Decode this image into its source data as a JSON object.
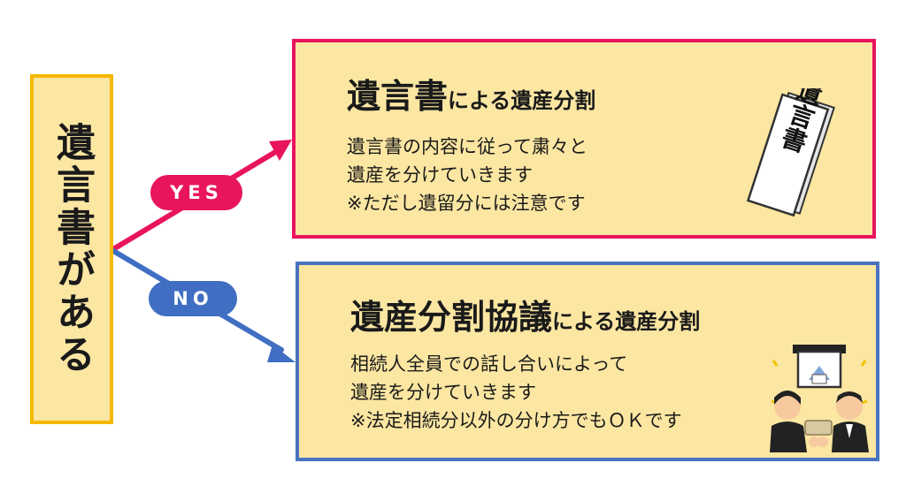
{
  "start": {
    "label": "遺言書がある"
  },
  "branches": {
    "yes_label": "YES",
    "no_label": "NO"
  },
  "cards": {
    "yes": {
      "title_main": "遺言書",
      "title_suffix": "による遺産分割",
      "lines": [
        "遺言書の内容に従って粛々と",
        "遺産を分けていきます",
        "※ただし遺留分には注意です"
      ],
      "illustration_label": "遺言書"
    },
    "no": {
      "title_main": "遺産分割協議",
      "title_suffix": "による遺産分割",
      "lines": [
        "相続人全員での話し合いによって",
        "遺産を分けていきます",
        "※法定相続分以外の分け方でもＯＫです"
      ]
    }
  },
  "colors": {
    "yes_accent": "#e8155e",
    "no_accent": "#3f6ec2",
    "card_fill": "#fbe6a2",
    "start_border": "#f5b800"
  }
}
